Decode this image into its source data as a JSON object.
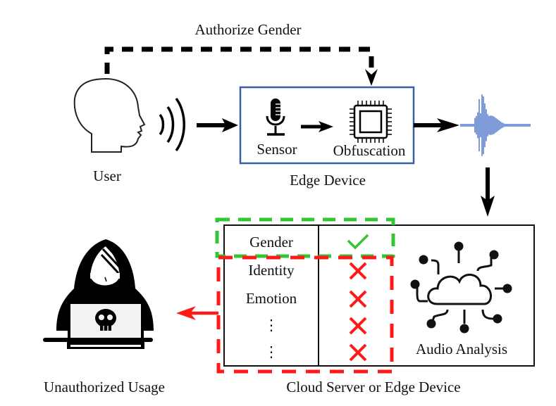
{
  "diagram": {
    "authorize_label": "Authorize Gender",
    "user_label": "User",
    "edge_device": {
      "title": "Edge Device",
      "sensor_label": "Sensor",
      "obfuscation_label": "Obfuscation"
    },
    "cloud": {
      "title": "Cloud Server or Edge Device",
      "analysis_label": "Audio Analysis",
      "attributes": [
        {
          "name": "Gender",
          "status": "allowed",
          "mark": "✓"
        },
        {
          "name": "Identity",
          "status": "blocked",
          "mark": "✕"
        },
        {
          "name": "Emotion",
          "status": "blocked",
          "mark": "✕"
        },
        {
          "name": "⋮",
          "status": "blocked",
          "mark": "✕"
        },
        {
          "name": "⋮",
          "status": "blocked",
          "mark": "✕"
        }
      ]
    },
    "attacker_label": "Unauthorized Usage",
    "colors": {
      "allowed": "#33c633",
      "blocked": "#ff1a1a",
      "edge_box": "#3a5fa0",
      "waveform": "#3a66c4"
    }
  }
}
